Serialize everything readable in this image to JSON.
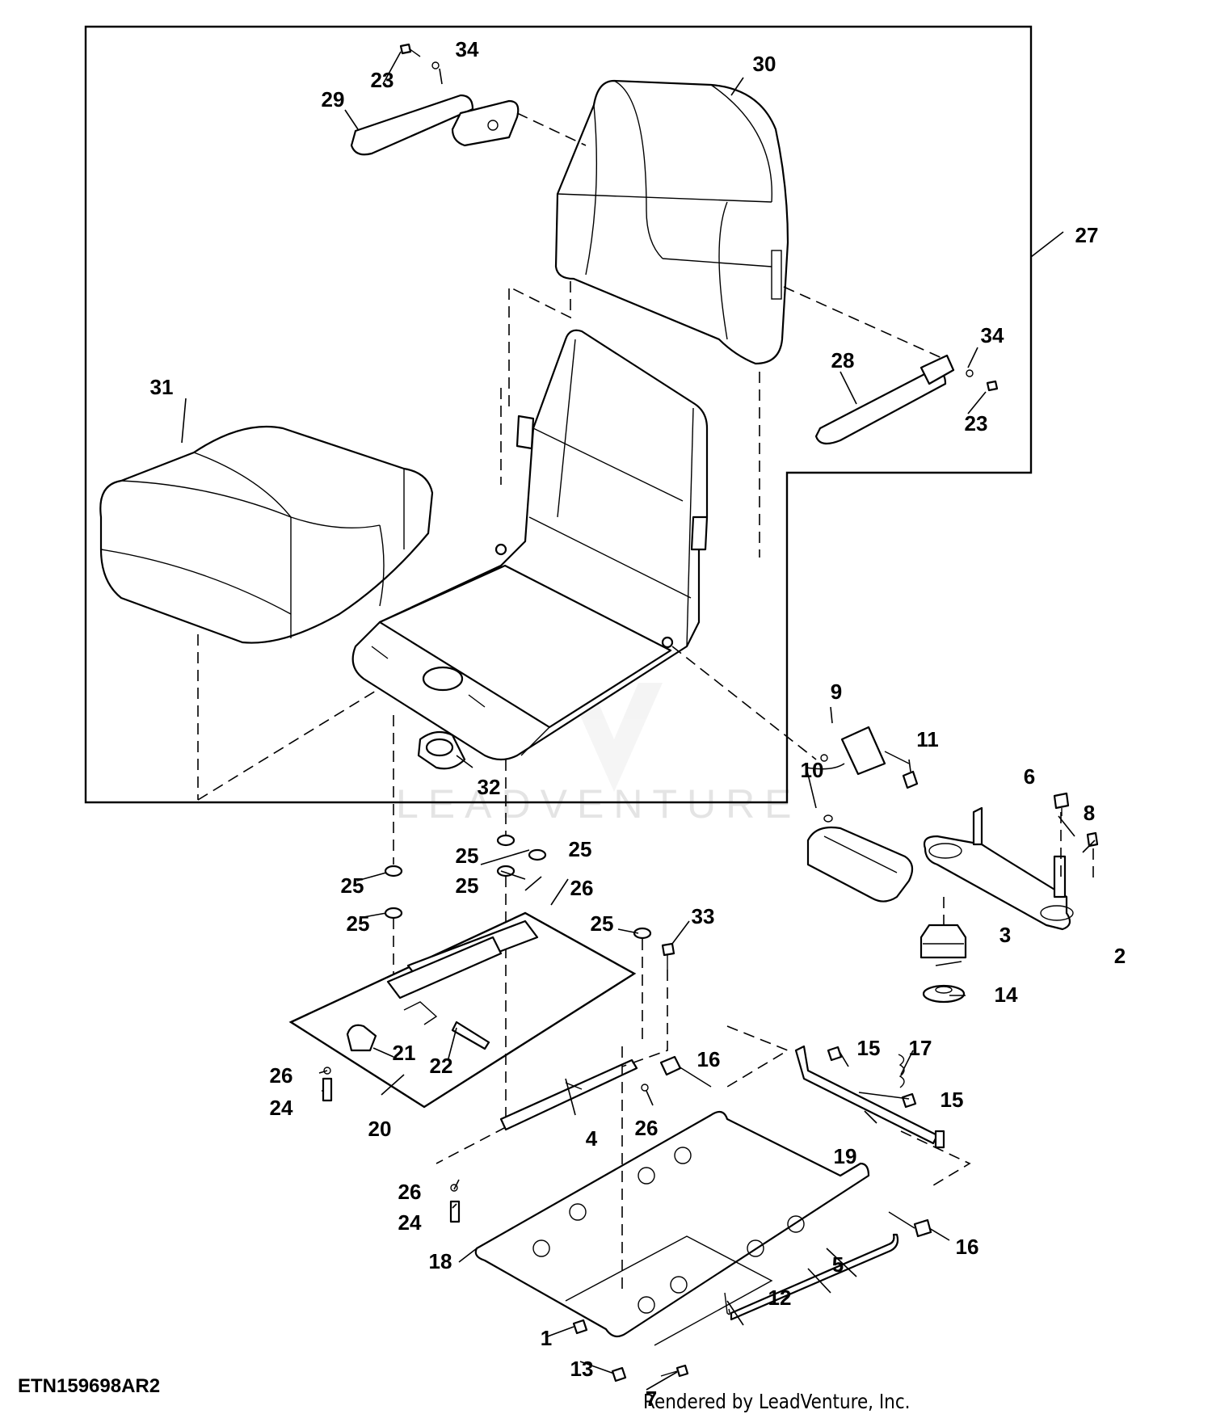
{
  "figure_id": "ETN159698AR2",
  "credit": "Rendered by LeadVenture, Inc.",
  "watermark": "LEADVENTURE",
  "callouts": {
    "c1": "1",
    "c2": "2",
    "c3": "3",
    "c4": "4",
    "c5": "5",
    "c6": "6",
    "c7": "7",
    "c8": "8",
    "c9": "9",
    "c10": "10",
    "c11": "11",
    "c12": "12",
    "c13": "13",
    "c14": "14",
    "c15a": "15",
    "c15b": "15",
    "c16a": "16",
    "c16b": "16",
    "c17": "17",
    "c18": "18",
    "c19": "19",
    "c20": "20",
    "c21": "21",
    "c22": "22",
    "c23a": "23",
    "c23b": "23",
    "c24a": "24",
    "c24b": "24",
    "c25a": "25",
    "c25b": "25",
    "c25c": "25",
    "c25d": "25",
    "c25e": "25",
    "c25f": "25",
    "c26a": "26",
    "c26b": "26",
    "c26c": "26",
    "c26d": "26",
    "c27": "27",
    "c28": "28",
    "c29": "29",
    "c30": "30",
    "c31": "31",
    "c32": "32",
    "c33": "33",
    "c34a": "34",
    "c34b": "34"
  }
}
